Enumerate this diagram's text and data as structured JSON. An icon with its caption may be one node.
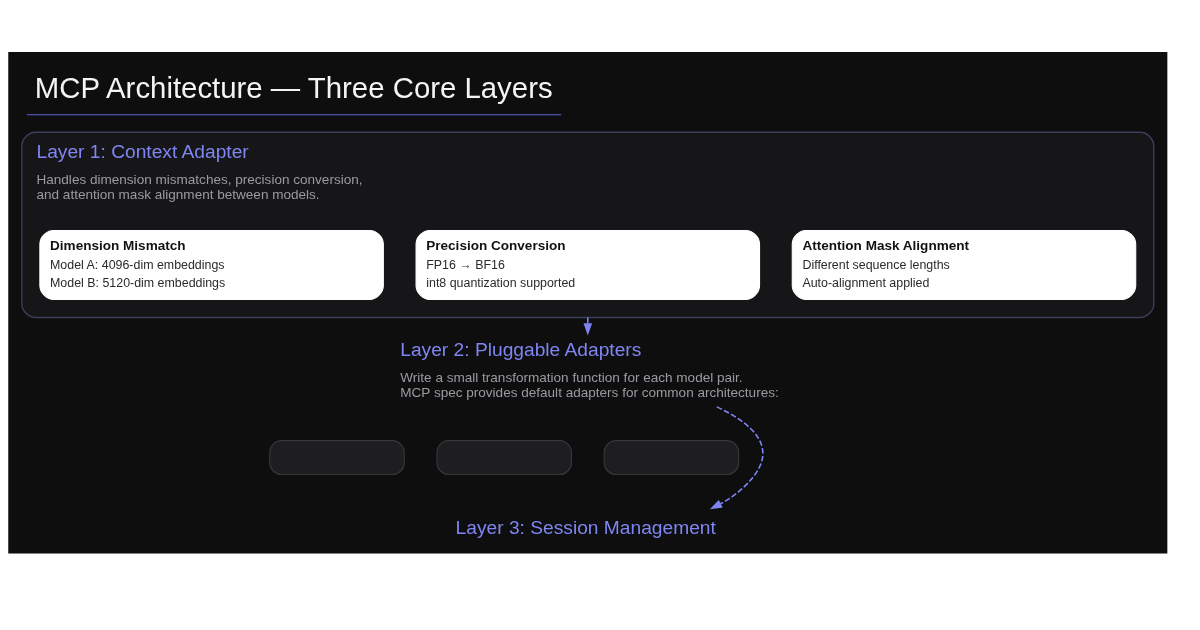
{
  "diagram": {
    "title": "MCP Architecture — Three Core Layers",
    "nodes": [
      {
        "text": [
          "Layer 1: Context Adapter",
          "Handles dimension mismatches, precision conversion, and attention mask alignment between models."
        ]
      },
      {
        "text": [
          "Dimension Mismatch",
          "Model A: 4096-dim embeddings",
          "Model B: 5120-dim embeddings"
        ],
        "in": 0
      },
      {
        "text": [
          "Precision Conversion",
          "FP16 → BF16",
          "int8 quantization supported"
        ],
        "in": 0
      },
      {
        "text": [
          "Attention Mask Alignment",
          "Different sequence lengths",
          "Auto-alignment applied"
        ],
        "in": 0
      },
      {
        "text": [
          "Layer 2: Pluggable Adapters",
          "Write a small transformation function for each model pair. MCP spec provides default adapters for common architectures:"
        ]
      },
      {
        "text": [],
        "shape": "box"
      },
      {
        "text": [],
        "shape": "box"
      },
      {
        "text": [],
        "shape": "box"
      },
      {
        "text": [
          "Layer 3: Session Management"
        ]
      }
    ],
    "edges": [
      {
        "from": 0,
        "to": 4,
        "arrow": "to",
        "style": "dashed"
      },
      {
        "from": 4,
        "to": 8,
        "arrow": "to",
        "style": "dashed"
      }
    ]
  }
}
